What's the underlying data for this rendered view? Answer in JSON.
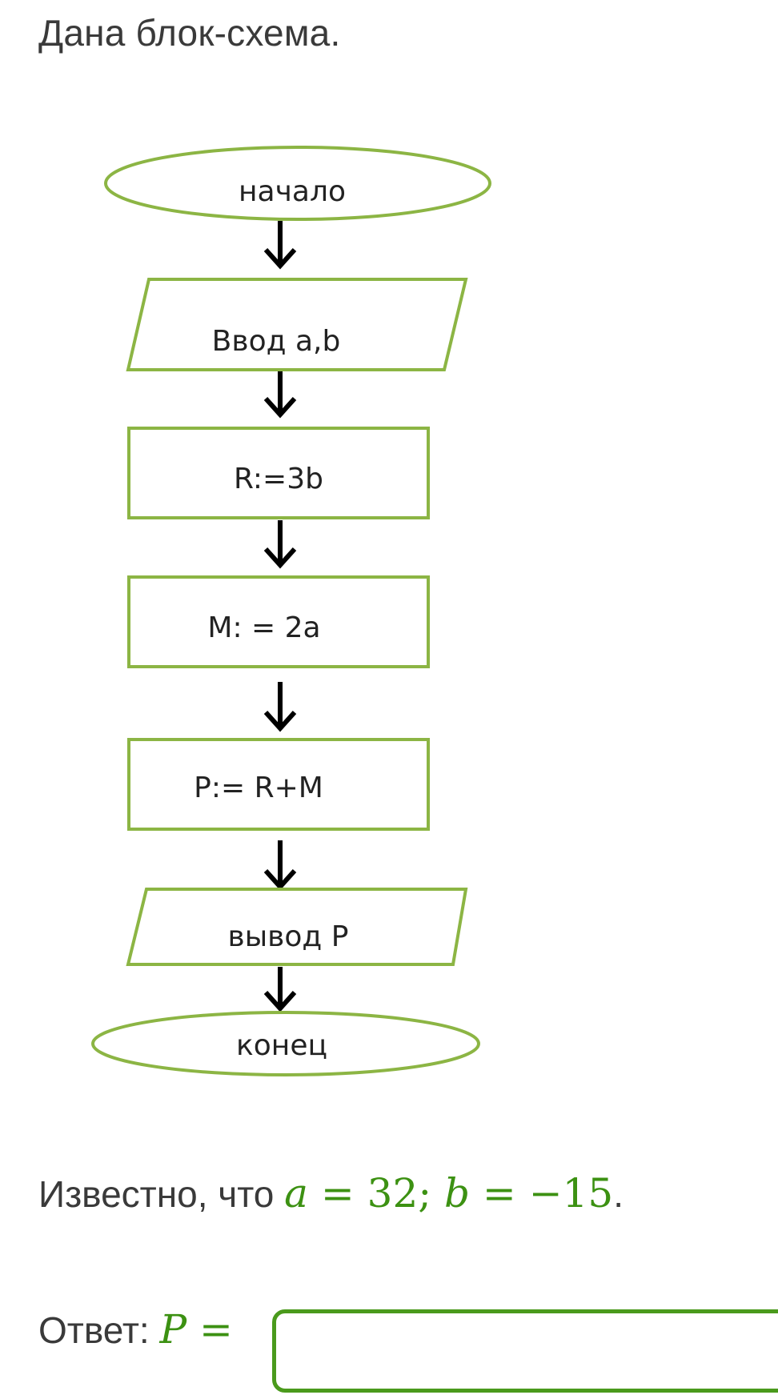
{
  "title": "Дана блок-схема.",
  "flowchart": {
    "start": "начало",
    "input": "Ввод a,b",
    "step1": "R:=3b",
    "step2": "M: = 2a",
    "step3": "P:= R+M",
    "output": "вывод P",
    "end": "конец"
  },
  "given": {
    "prefix": "Известно, что",
    "var_a": "a",
    "eq1": " = 32; ",
    "var_b": "b",
    "eq2": " = −15",
    "suffix": "."
  },
  "answer": {
    "label": "Ответ:",
    "var": "P",
    "eq": " =",
    "value": ""
  },
  "colors": {
    "shape_border": "#8cb544",
    "math_green": "#3c9112",
    "answer_border": "#4a9a1c"
  }
}
